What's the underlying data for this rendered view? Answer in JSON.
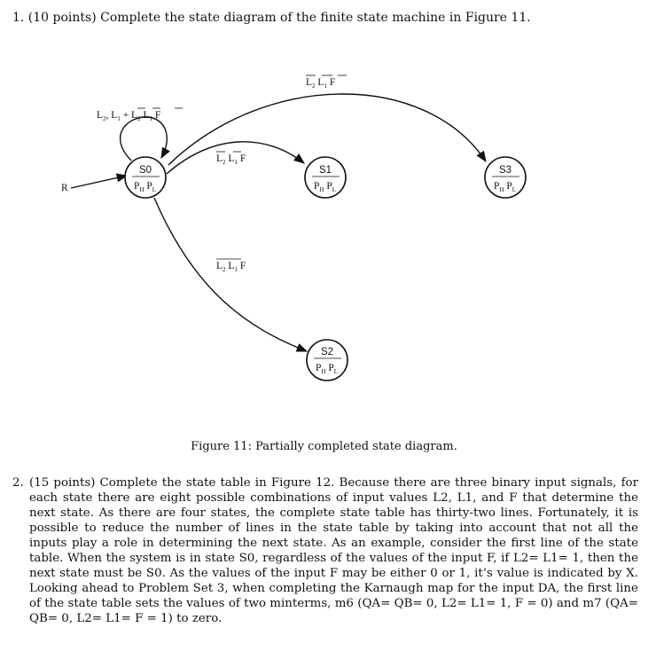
{
  "problem1": {
    "text": "1. (10 points) Complete the state diagram of the finite state machine in Figure 11."
  },
  "diagram": {
    "reset_label": "R",
    "states": [
      {
        "id": "S0",
        "name": "S0"
      },
      {
        "id": "S1",
        "name": "S1"
      },
      {
        "id": "S2",
        "name": "S2"
      },
      {
        "id": "S3",
        "name": "S3"
      }
    ],
    "output_symbol": "P",
    "output_subscripts": [
      "H",
      "L"
    ],
    "transitions": [
      {
        "from": "S0",
        "to": "S0",
        "label_text": "L2 L1 + L2 L1 F"
      },
      {
        "from": "S0",
        "to": "S1",
        "label_text": "L2 L1 F"
      },
      {
        "from": "S0",
        "to": "S2",
        "label_text": "L2 L1 F"
      },
      {
        "from": "S0",
        "to": "S3",
        "label_text": "L2 L1 F"
      }
    ]
  },
  "figure_caption": "Figure 11: Partially completed state diagram.",
  "problem2": {
    "number": "2.",
    "text": "(15 points) Complete the state table in Figure 12. Because there are three binary input signals, for each state there are eight possible combinations of input values L2, L1, and F that determine the next state. As there are four states, the complete state table has thirty-two lines. Fortunately, it is possible to reduce the number of lines in the state table by taking into account that not all the inputs play a role in determining the next state. As an example, consider the first line of the state table. When the system is in state S0, regardless of the values of the input F, if L2= L1= 1, then the next state must be S0. As the values of the input F may be either 0 or 1, it’s value is indicated by X. Looking ahead to Problem Set 3, when completing the Karnaugh map for the input DA, the first line of the state table sets the values of two minterms, m6 (QA= QB= 0, L2= L1= 1, F = 0) and m7 (QA= QB= 0, L2= L1= F = 1) to zero."
  }
}
